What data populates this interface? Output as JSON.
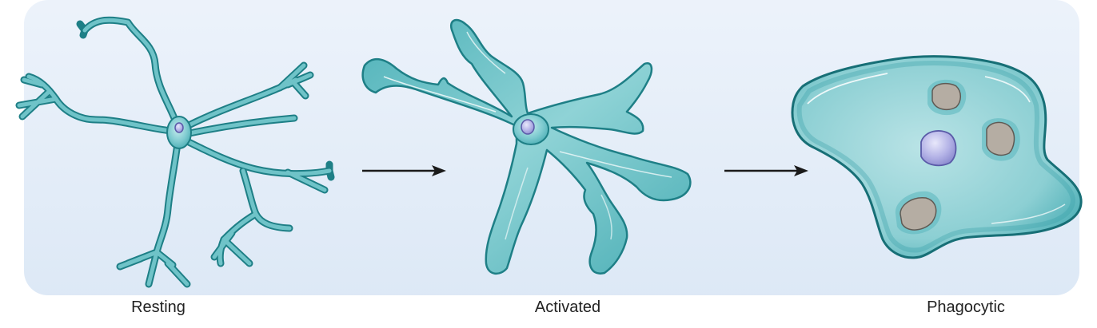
{
  "stages": [
    {
      "id": "resting",
      "label": "Resting"
    },
    {
      "id": "activated",
      "label": "Activated"
    },
    {
      "id": "phagocytic",
      "label": "Phagocytic"
    }
  ],
  "colors": {
    "background_top": "#eaf1fa",
    "background_bottom": "#d9e6f5",
    "cell_fill": "#6cc0c6",
    "cell_light": "#b8e4e6",
    "cell_outline": "#1e7f86",
    "nucleus_fill": "#b3b2e6",
    "nucleus_outline": "#5a5aa8",
    "vacuole_fill": "#b5ada3",
    "vacuole_outline": "#5f5a54",
    "arrow": "#1a1a1a",
    "label_text": "#222222"
  },
  "icons": [
    "resting-microglia-icon",
    "activated-microglia-icon",
    "phagocytic-microglia-icon",
    "right-arrow-icon"
  ]
}
